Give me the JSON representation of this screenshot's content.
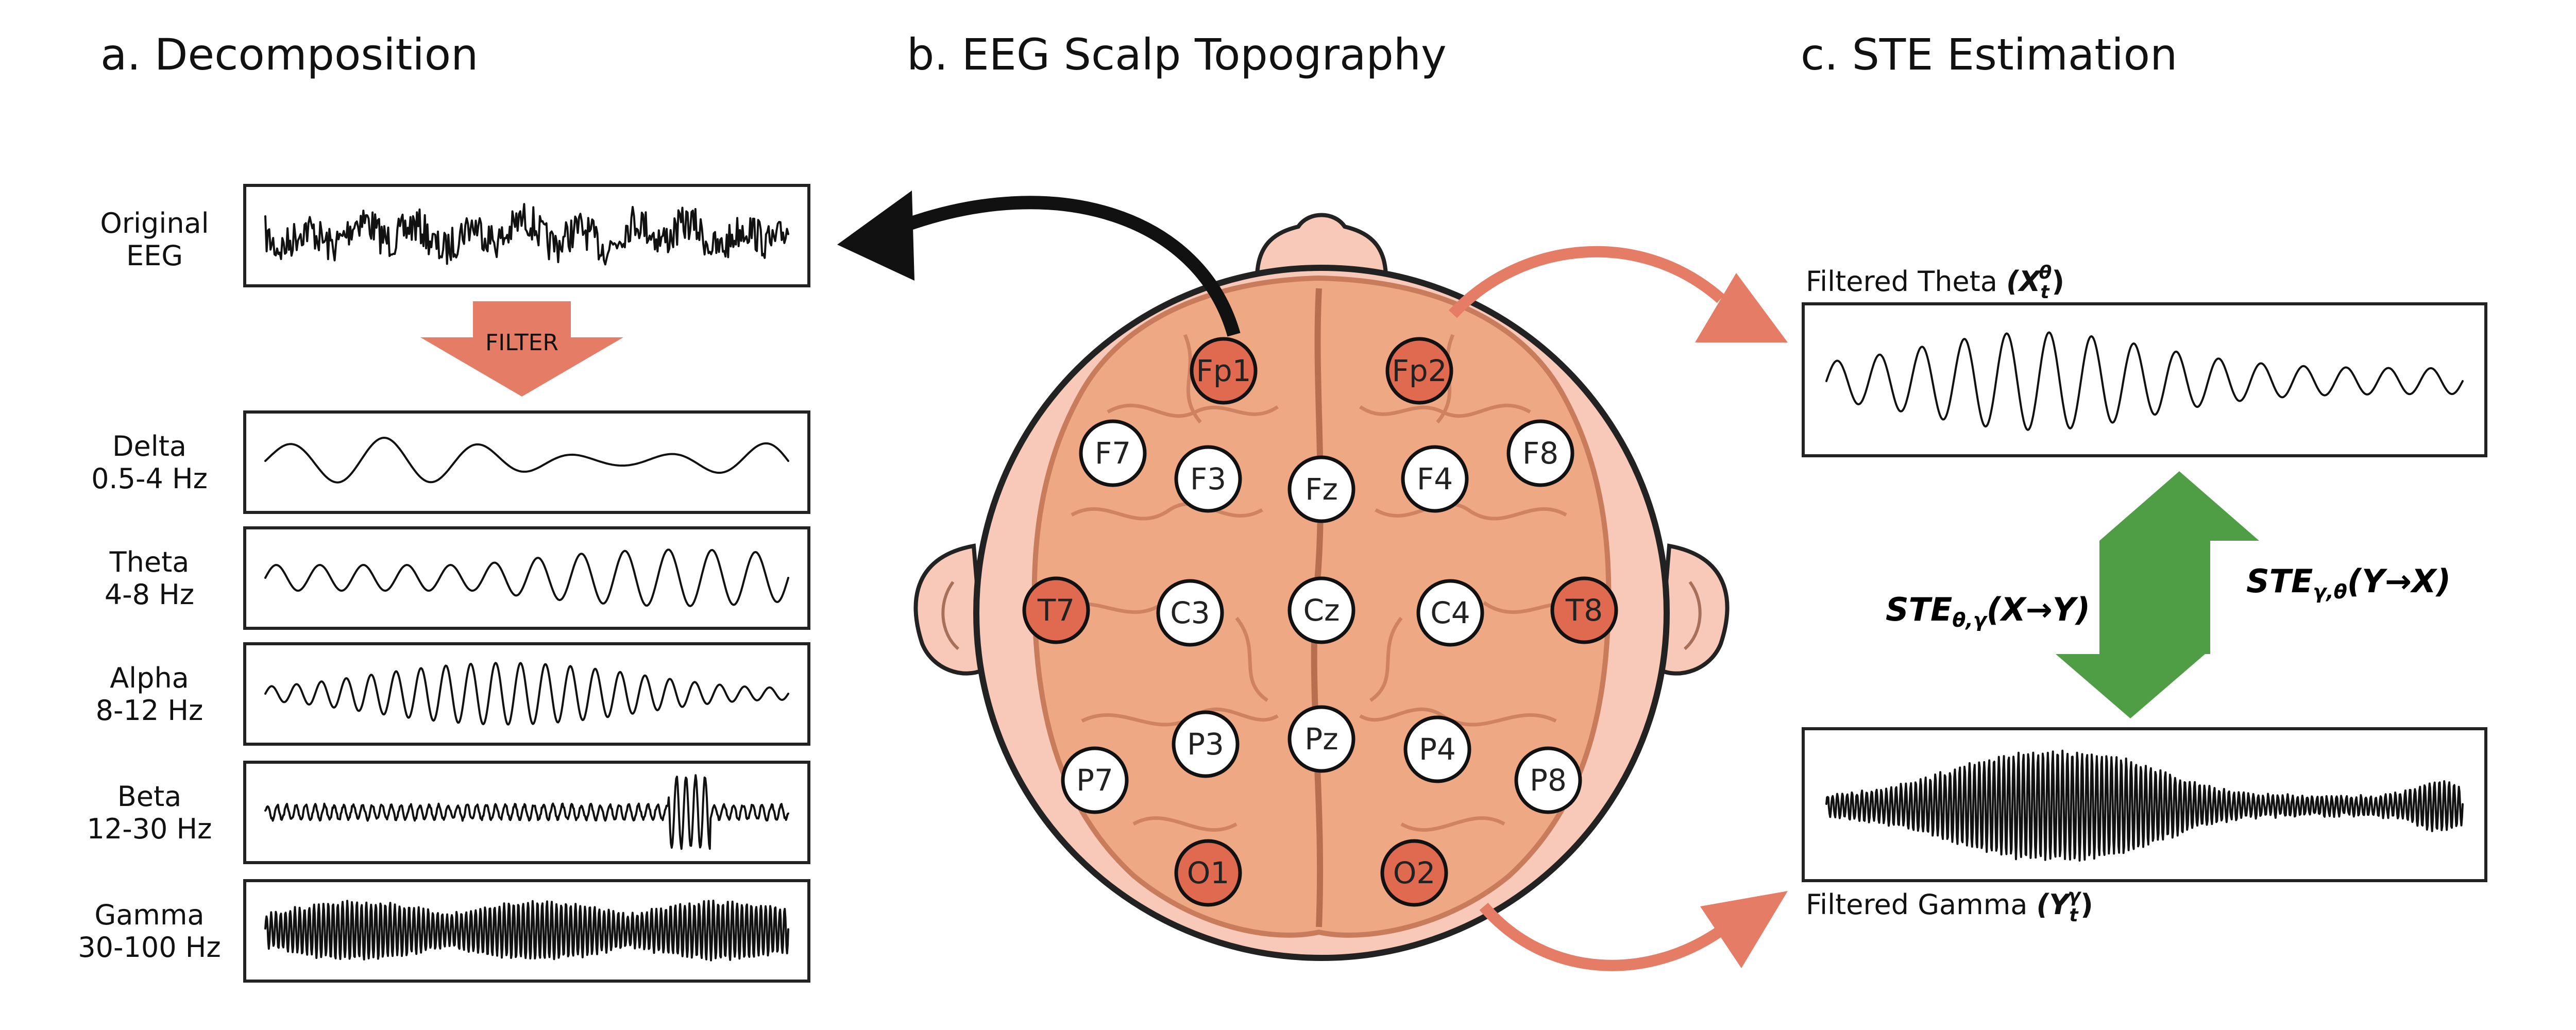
{
  "titles": {
    "a": "a. Decomposition",
    "b": "b. EEG Scalp Topography",
    "c": "c. STE Estimation"
  },
  "decomposition": {
    "original": {
      "line1": "Original",
      "line2": "EEG"
    },
    "filter_label": "FILTER",
    "bands": [
      {
        "id": "delta",
        "name": "Delta",
        "range": "0.5-4 Hz"
      },
      {
        "id": "theta",
        "name": "Theta",
        "range": "4-8 Hz"
      },
      {
        "id": "alpha",
        "name": "Alpha",
        "range": "8-12 Hz"
      },
      {
        "id": "beta",
        "name": "Beta",
        "range": "12-30 Hz"
      },
      {
        "id": "gamma",
        "name": "Gamma",
        "range": "30-100 Hz"
      }
    ]
  },
  "electrodes": {
    "highlighted_color": "#e06a50",
    "normal_color": "#ffffff",
    "list": [
      {
        "label": "Fp1",
        "highlighted": true
      },
      {
        "label": "Fp2",
        "highlighted": true
      },
      {
        "label": "F7",
        "highlighted": false
      },
      {
        "label": "F3",
        "highlighted": false
      },
      {
        "label": "Fz",
        "highlighted": false
      },
      {
        "label": "F4",
        "highlighted": false
      },
      {
        "label": "F8",
        "highlighted": false
      },
      {
        "label": "T7",
        "highlighted": true
      },
      {
        "label": "C3",
        "highlighted": false
      },
      {
        "label": "Cz",
        "highlighted": false
      },
      {
        "label": "C4",
        "highlighted": false
      },
      {
        "label": "T8",
        "highlighted": true
      },
      {
        "label": "P3",
        "highlighted": false
      },
      {
        "label": "Pz",
        "highlighted": false
      },
      {
        "label": "P4",
        "highlighted": false
      },
      {
        "label": "P7",
        "highlighted": false
      },
      {
        "label": "P8",
        "highlighted": false
      },
      {
        "label": "O1",
        "highlighted": true
      },
      {
        "label": "O2",
        "highlighted": true
      }
    ]
  },
  "ste": {
    "theta_label_prefix": "Filtered Theta ",
    "theta_var": "(X",
    "theta_sub": "t",
    "theta_sup": "θ",
    "gamma_label_prefix": "Filtered Gamma ",
    "gamma_var": "(Y",
    "gamma_sub": "t",
    "gamma_sup": "γ",
    "down_label": {
      "main": "STE",
      "sub": "θ,γ",
      "rest": "(X→Y)"
    },
    "up_label": {
      "main": "STE",
      "sub": "γ,θ",
      "rest": "(Y→X)"
    }
  },
  "colors": {
    "arrow_salmon": "#e57c66",
    "arrow_green": "#4f9e45",
    "head_skin": "#f8c9b8",
    "brain": "#eea884",
    "brain_fold": "#c97c5c"
  }
}
